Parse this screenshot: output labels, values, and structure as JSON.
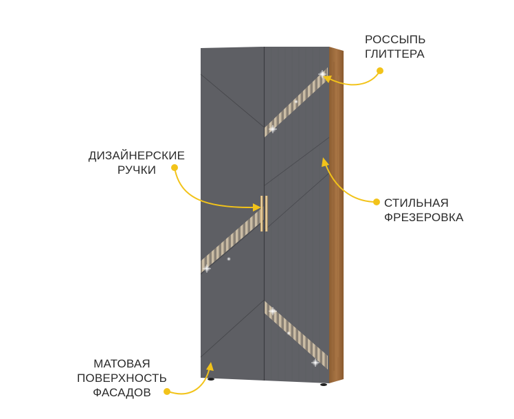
{
  "product": {
    "type": "two-door wardrobe",
    "colors": {
      "facade": "#5c5d62",
      "facade_dark": "#4e4f54",
      "side_wood": "#9a6a3a",
      "glitter": "#c9b59a",
      "accent": "#f2c31a",
      "text": "#2a2a2a"
    }
  },
  "callouts": [
    {
      "id": "glitter",
      "lines": [
        "РОССЫПЬ",
        "ГЛИТТЕРА"
      ]
    },
    {
      "id": "handles",
      "lines": [
        "ДИЗАЙНЕРСКИЕ",
        "РУЧКИ"
      ]
    },
    {
      "id": "milling",
      "lines": [
        "СТИЛЬНАЯ",
        "ФРЕЗЕРОВКА"
      ]
    },
    {
      "id": "matte",
      "lines": [
        "МАТОВАЯ",
        "ПОВЕРХНОСТЬ",
        "ФАСАДОВ"
      ]
    }
  ]
}
